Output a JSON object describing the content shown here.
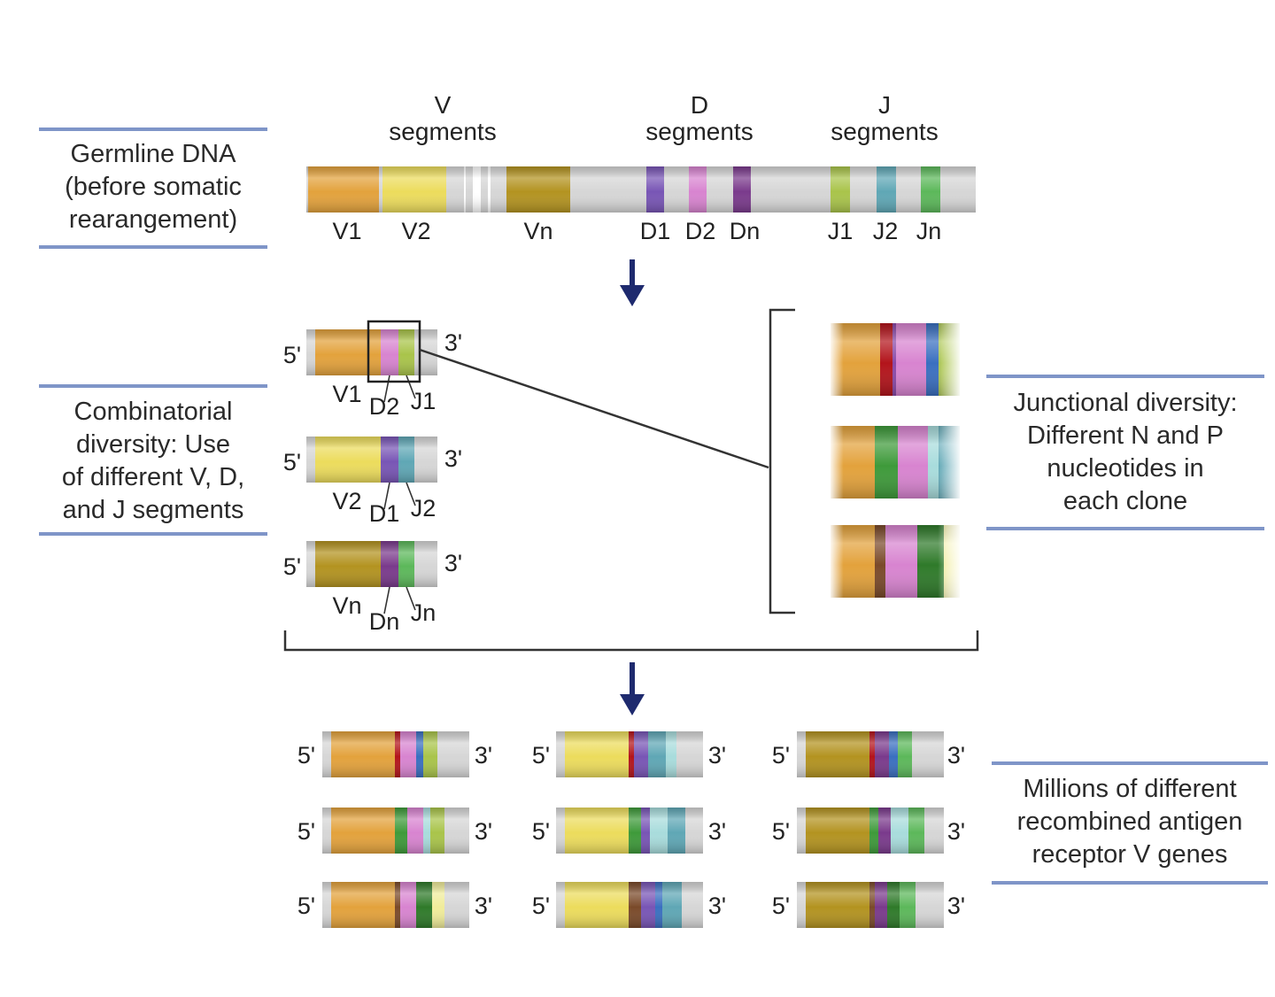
{
  "colors": {
    "V1": "#e3a23c",
    "V2": "#ecdc5c",
    "Vn": "#b39320",
    "D1": "#7855b5",
    "D2": "#d884d0",
    "Dn": "#7a3a8c",
    "J1": "#a9c44a",
    "J2": "#5fa7b5",
    "Jn": "#5cb85a",
    "N_red": "#b3141b",
    "N_green": "#3e9a3a",
    "N_blue": "#3a6fc0",
    "N_brown": "#7a4a2a",
    "N_teal": "#a8dcdc",
    "N_dkgreen": "#2f7a2a",
    "N_purple": "#8a4aa8",
    "N_ltyellow": "#f0ec9a",
    "gray": "#d6d6d6",
    "box_line": "#7f95c8"
  },
  "boxes": {
    "germline": "Germline DNA\n(before somatic\nrearangement)",
    "combinatorial": "Combinatorial\ndiversity: Use\nof different V, D,\nand J segments",
    "junctional": "Junctional diversity:\nDifferent N and P\nnucleotides in\neach clone",
    "millions": "Millions of different\nrecombined antigen\nreceptor V genes"
  },
  "germline_headers": {
    "V": "V\nsegments",
    "D": "D\nsegments",
    "J": "J\nsegments"
  },
  "germline_segments": [
    "V1",
    "V2",
    "Vn",
    "D1",
    "D2",
    "Dn",
    "J1",
    "J2",
    "Jn"
  ],
  "end_labels": {
    "five": "5'",
    "three": "3'"
  },
  "rearranged": [
    {
      "V": "V1",
      "D": "D2",
      "J": "J1"
    },
    {
      "V": "V2",
      "D": "D1",
      "J": "J2"
    },
    {
      "V": "Vn",
      "D": "Dn",
      "J": "Jn"
    }
  ]
}
